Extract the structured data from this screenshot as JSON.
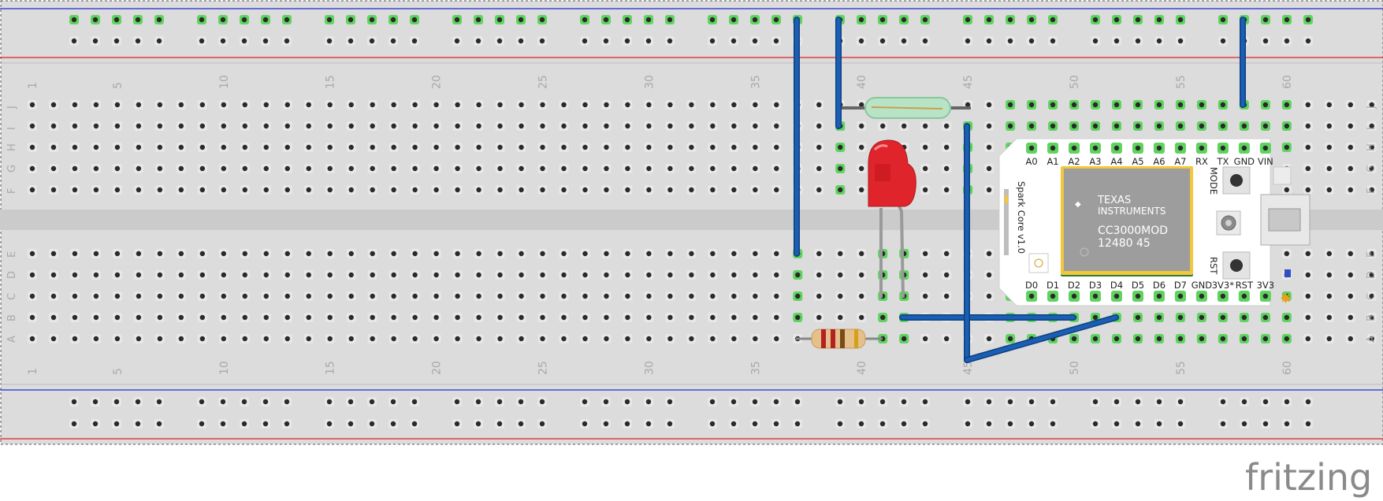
{
  "breadboard": {
    "column_numbers": [
      "1",
      "5",
      "10",
      "15",
      "20",
      "25",
      "30",
      "35",
      "40",
      "45",
      "50",
      "55",
      "60"
    ],
    "row_letters_top": [
      "J",
      "I",
      "H",
      "G",
      "F"
    ],
    "row_letters_bottom": [
      "E",
      "D",
      "C",
      "B",
      "A"
    ]
  },
  "spark_core": {
    "title": "Spark Core v1.0",
    "top_pins": [
      "A0",
      "A1",
      "A2",
      "A3",
      "A4",
      "A5",
      "A6",
      "A7",
      "RX",
      "TX",
      "GND",
      "VIN"
    ],
    "bottom_pins": [
      "D0",
      "D1",
      "D2",
      "D3",
      "D4",
      "D5",
      "D6",
      "D7",
      "GND",
      "3V3*",
      "RST",
      "3V3"
    ],
    "mode_label": "MODE",
    "rst_label": "RST",
    "chip_brand": "TEXAS INSTRUMENTS",
    "chip_brand_top": "TEXAS",
    "chip_brand_bottom": "INSTRUMENTS",
    "chip_model": "CC3000MOD",
    "chip_serial": "12480 45"
  },
  "colors": {
    "wire": "#1a5fb4",
    "led": "#e0242b",
    "reed_glass": "#b8e3c4",
    "board": "#dcdcdc",
    "rail_red": "#e02020",
    "rail_blue": "#1c2dd0",
    "connected_hole": "#4cc24c"
  },
  "components": [
    "breadboard",
    "jumper-wires",
    "reed-switch",
    "red-led",
    "resistor",
    "spark-core-v1"
  ],
  "watermark": "fritzing"
}
